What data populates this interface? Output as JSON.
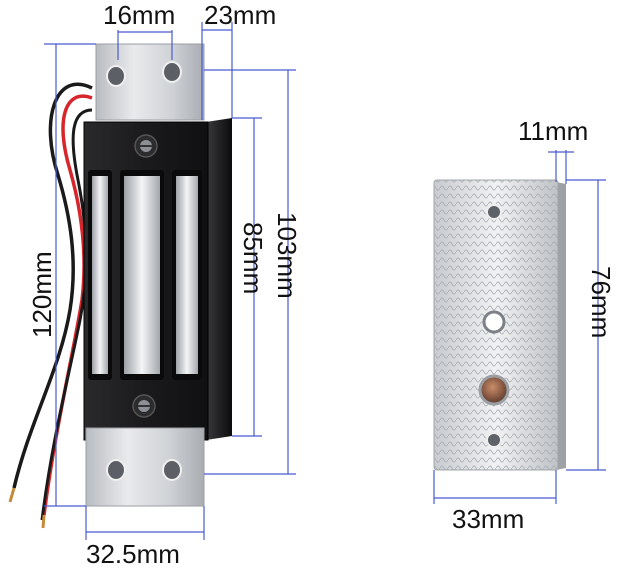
{
  "dimensions": {
    "lock_top_hole_spacing": "16mm",
    "lock_top_depth": "23mm",
    "lock_overall_height": "120mm",
    "lock_body_height": "85mm",
    "lock_mount_height": "103mm",
    "lock_width": "32.5mm",
    "plate_thickness": "11mm",
    "plate_height": "76mm",
    "plate_width": "33mm"
  },
  "colors": {
    "dimension_line": "#4a5bd0",
    "label_text": "#111111",
    "lock_body": "#1c1c1e",
    "bracket_metal": "#cfd2d6",
    "plate_metal": "#d9dbde",
    "wire_red": "#d6262b",
    "wire_black": "#1a1a1a"
  }
}
